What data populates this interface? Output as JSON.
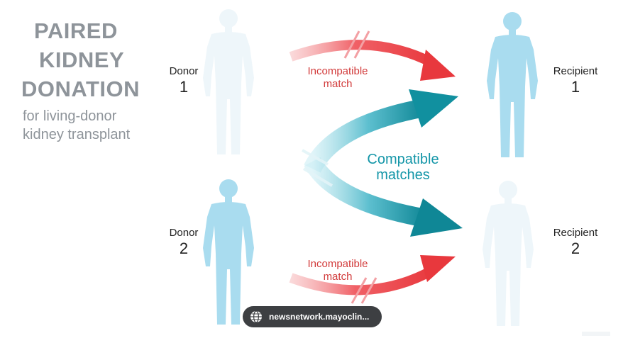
{
  "title": {
    "line1": "PAIRED",
    "line2": "KIDNEY",
    "line3": "DONATION"
  },
  "subtitle": {
    "line1": "for living-donor",
    "line2": "kidney transplant"
  },
  "people": {
    "donor1": {
      "role": "Donor",
      "number": "1"
    },
    "donor2": {
      "role": "Donor",
      "number": "2"
    },
    "recipient1": {
      "role": "Recipient",
      "number": "1"
    },
    "recipient2": {
      "role": "Recipient",
      "number": "2"
    }
  },
  "arrows": {
    "incompatible_top": {
      "line1": "Incompatible",
      "line2": "match"
    },
    "incompatible_bottom": {
      "line1": "Incompatible",
      "line2": "match"
    },
    "compatible": {
      "line1": "Compatible",
      "line2": "matches"
    }
  },
  "source_badge": {
    "text": "newsnetwork.mayoclin...",
    "icon": "globe-icon"
  },
  "colors": {
    "title_gray": "#8e949a",
    "incompatible_red": "#e8383d",
    "compatible_teal": "#11909f",
    "figure_blue": "#a9dcef",
    "badge_bg": "#3d3f42"
  }
}
